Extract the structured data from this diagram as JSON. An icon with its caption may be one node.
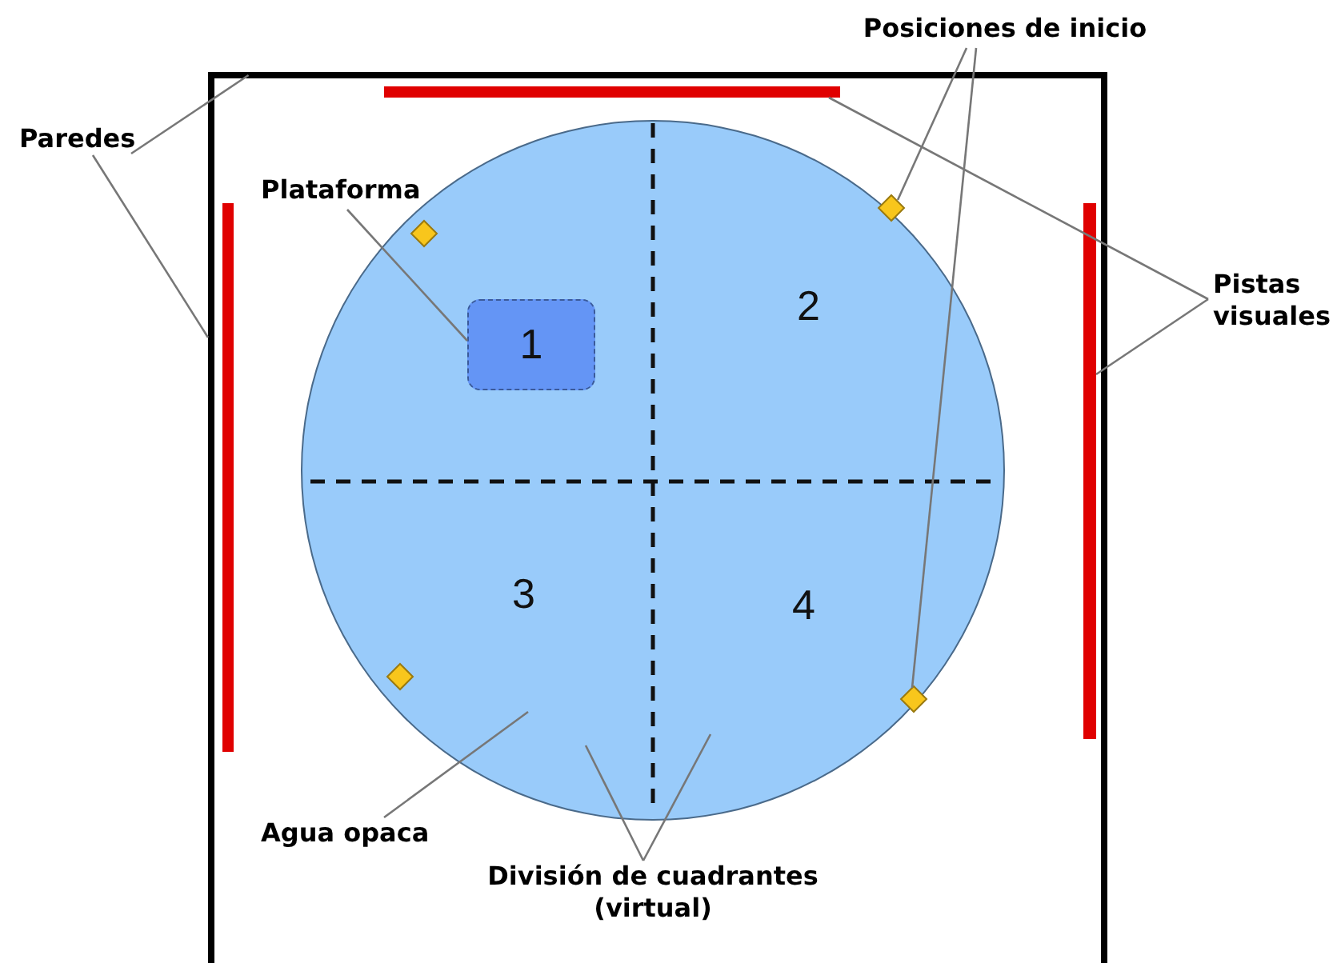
{
  "diagram": {
    "nodes": [
      {
        "text": [
          "Paredes"
        ]
      },
      {
        "text": [
          "Posiciones de inicio"
        ]
      },
      {
        "text": [
          "Pistas visuales"
        ]
      },
      {
        "text": [
          "Plataforma"
        ]
      },
      {
        "text": [
          "Agua opaca"
        ]
      },
      {
        "text": [
          "División de cuadrantes (virtual)"
        ]
      },
      {
        "text": [],
        "shape": "bar"
      },
      {
        "text": [],
        "shape": "bar"
      },
      {
        "text": [],
        "shape": "bar"
      },
      {
        "text": [],
        "shape": "bar"
      },
      {
        "text": [],
        "shape": "bar"
      },
      {
        "text": [],
        "shape": "bar"
      },
      {
        "text": [],
        "shape": "circle"
      },
      {
        "text": [
          "1"
        ],
        "in": 12
      },
      {
        "text": [],
        "shape": "diamond",
        "in": 12
      },
      {
        "text": [],
        "shape": "diamond",
        "in": 12
      },
      {
        "text": [],
        "shape": "diamond",
        "in": 12
      },
      {
        "text": [],
        "shape": "diamond",
        "in": 12
      }
    ],
    "edges": [
      {
        "from": 0,
        "to": 6,
        "arrow": "none"
      },
      {
        "from": 0,
        "to": 7,
        "arrow": "none"
      },
      {
        "from": 3,
        "to": 13,
        "arrow": "none"
      },
      {
        "from": 1,
        "to": 15,
        "arrow": "none"
      },
      {
        "from": 1,
        "to": 17,
        "arrow": "none"
      },
      {
        "from": 2,
        "to": 9,
        "arrow": "none"
      },
      {
        "from": 2,
        "to": 11,
        "arrow": "none"
      },
      {
        "from": 4,
        "to": 12,
        "arrow": "none"
      },
      {
        "from": 5,
        "to": 12,
        "arrow": "none"
      },
      {
        "from": 5,
        "to": 12,
        "arrow": "none"
      }
    ],
    "labels": [
      "2",
      "3",
      "4"
    ]
  }
}
